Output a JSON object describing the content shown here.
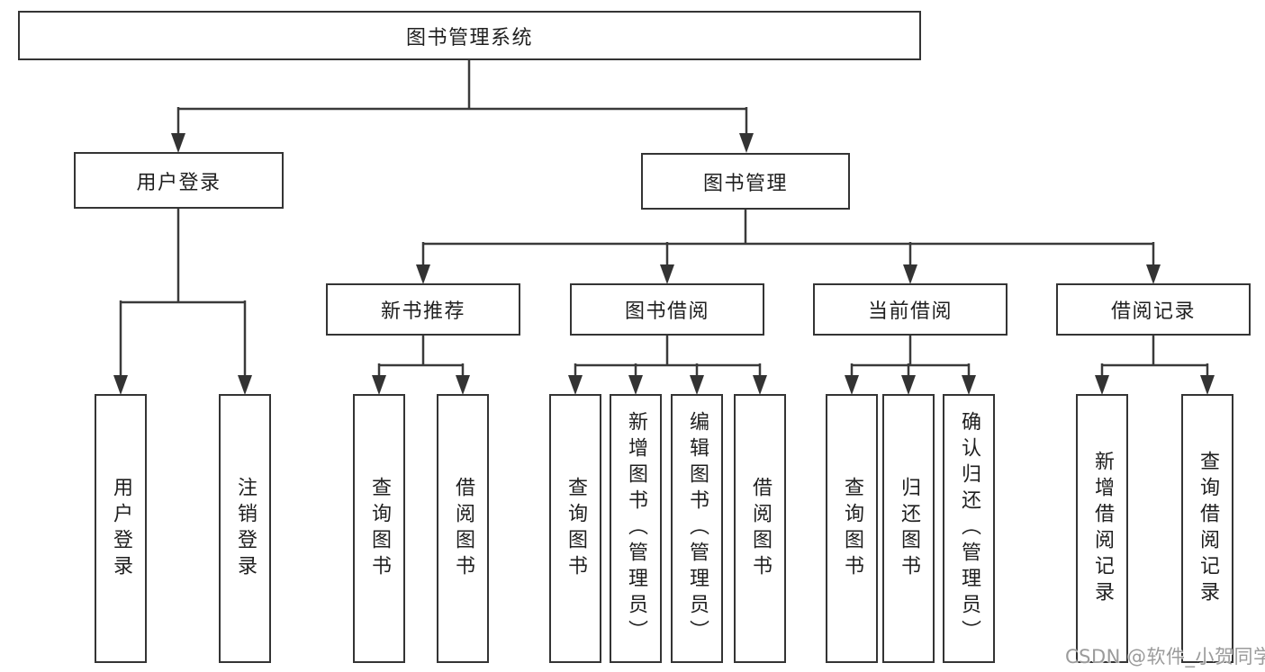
{
  "colors": {
    "line": "#3a3a3a",
    "box_border": "#343434",
    "text": "#1f1f1f",
    "watermark": "#9b9b9b",
    "background": "#ffffff"
  },
  "watermark": {
    "text": "CSDN @软件_小贺同学"
  },
  "tree": {
    "root": "图书管理系统",
    "branches": [
      {
        "label": "用户登录",
        "leaves": [
          "用户登录",
          "注销登录"
        ]
      },
      {
        "label": "图书管理",
        "groups": [
          {
            "label": "新书推荐",
            "leaves": [
              "查询图书",
              "借阅图书"
            ]
          },
          {
            "label": "图书借阅",
            "leaves": [
              "查询图书",
              "新增图书（管理员）",
              "编辑图书（管理员）",
              "借阅图书"
            ]
          },
          {
            "label": "当前借阅",
            "leaves": [
              "查询图书",
              "归还图书",
              "确认归还（管理员）"
            ]
          },
          {
            "label": "借阅记录",
            "leaves": [
              "新增借阅记录",
              "查询借阅记录"
            ]
          }
        ]
      }
    ]
  }
}
